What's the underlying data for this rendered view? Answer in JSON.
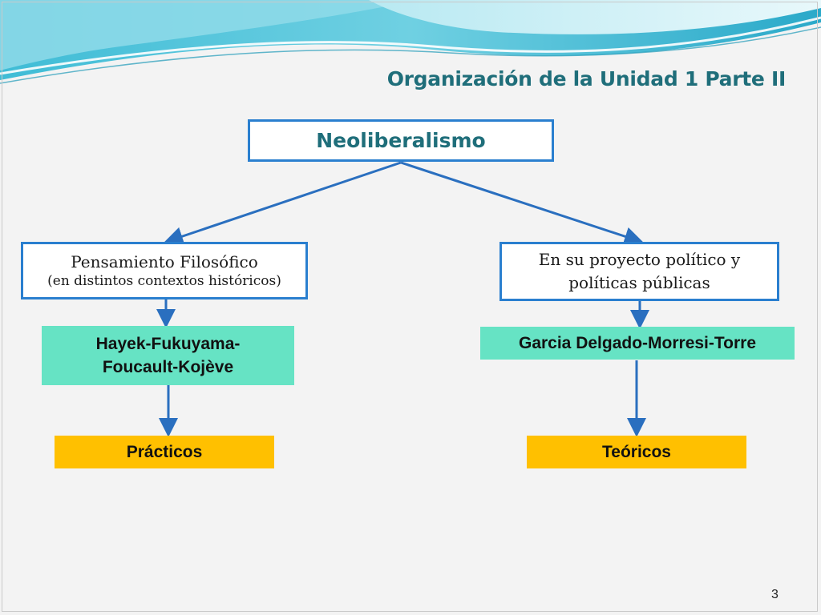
{
  "slide": {
    "title": "Organización de la Unidad 1 Parte II",
    "page_number": "3"
  },
  "diagram": {
    "root": "Neoliberalismo",
    "branches": [
      {
        "heading": "Pensamiento Filosófico",
        "subheading": "(en distintos contextos históricos)",
        "authors_line1": "Hayek-Fukuyama-",
        "authors_line2": "Foucault-Kojève",
        "category": "Prácticos"
      },
      {
        "heading_line1": "En su proyecto político y",
        "heading_line2": "políticas públicas",
        "authors": "Garcia Delgado-Morresi-Torre",
        "category": "Teóricos"
      }
    ]
  },
  "colors": {
    "title": "#1f6e7a",
    "box_border": "#2a7fcf",
    "arrow": "#2a6fbf",
    "teal_fill": "#66e3c4",
    "gold_fill": "#ffc000"
  }
}
